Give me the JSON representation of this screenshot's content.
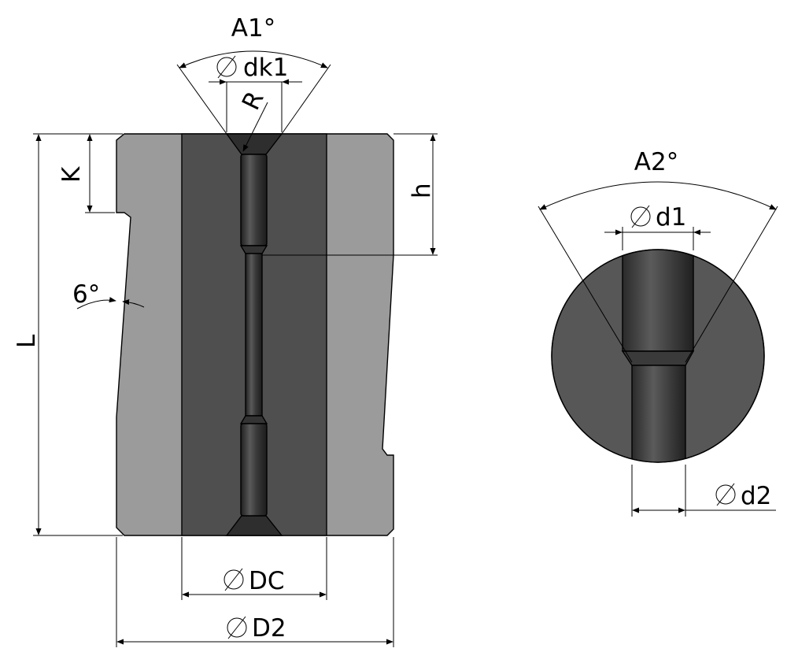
{
  "labels": {
    "a1": "A1°",
    "dk1": "dk1",
    "r": "R",
    "k": "K",
    "h": "h",
    "angle6": "6°",
    "l": "L",
    "dc": "DC",
    "d2_body": "D2",
    "a2": "A2°",
    "d1": "d1",
    "d2_detail": "d2"
  },
  "colors": {
    "outer_gray": "#9b9b9b",
    "inner_dark": "#4f4f4f",
    "bore_dark": "#3e3e3e",
    "detail_circle": "#575757",
    "line": "#000000",
    "background": "#ffffff"
  },
  "icons": {
    "diameter": "diameter-symbol-icon",
    "arrow": "dimension-arrow-icon"
  }
}
